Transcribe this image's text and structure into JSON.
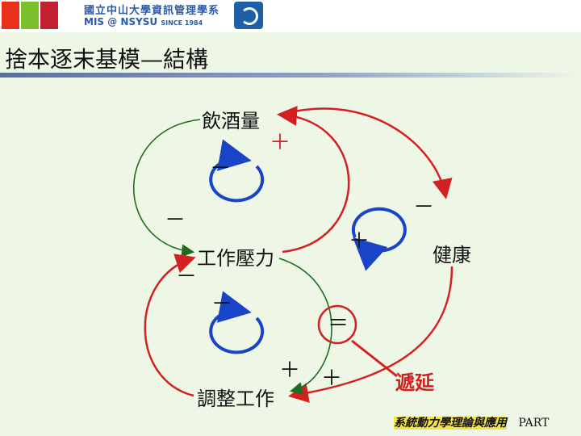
{
  "banner": {
    "org_cn": "國立中山大學資訊管理學系",
    "org_en": "MIS @ NSYSU",
    "since": "SINCE 1984"
  },
  "title": "捨本逐末基模—結構",
  "nodes": {
    "drinking": "飲酒量",
    "work_pressure": "工作壓力",
    "adjust_work": "調整工作",
    "health": "健康",
    "delay": "遞延"
  },
  "signs": {
    "drink_to_pressure": "－",
    "pressure_to_drink": "＋",
    "loop_drink": "－",
    "drink_to_health": "－",
    "loop_health": "＋",
    "pressure_to_adjust_upper": "－",
    "loop_adjust": "－",
    "adjust_to_pressure": "－",
    "adjust_in": "＋",
    "health_to_adjust": "＋",
    "delay_mark": "＝"
  },
  "footer": {
    "course": "系統動力學理論與應用",
    "part": "PART"
  },
  "colors": {
    "green": "#1f6b1f",
    "red": "#d42020",
    "blue": "#1a44c8"
  }
}
